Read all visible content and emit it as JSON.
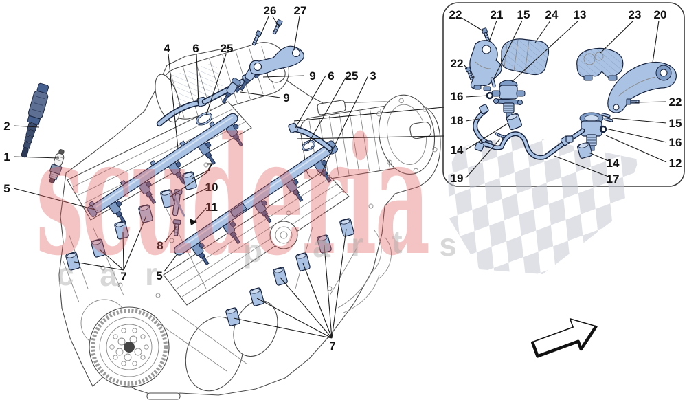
{
  "figure_type": "exploded-parts-diagram",
  "subject": "engine injection and ignition system",
  "watermark": {
    "brand": "scuderia",
    "letters": [
      "c",
      "a",
      "r",
      "p",
      "a",
      "r",
      "t",
      "s"
    ]
  },
  "colors": {
    "background": "#ffffff",
    "part_fill": "#aac3e4",
    "part_mid": "#7e9cc6",
    "part_dark": "#46608f",
    "part_outline": "#16233f",
    "line_art": "#4a4a4a",
    "callout_text": "#111111",
    "watermark_red": "#e05555",
    "watermark_gray": "#a9a9a9",
    "checker_gray": "#c5c9d4",
    "inset_border": "#3a3a3a"
  },
  "icons": {
    "direction_arrow": "3d-outline-arrow-up-right",
    "checkered_flag": "checkered-flag-watermark"
  },
  "callouts": {
    "main": [
      {
        "n": "2"
      },
      {
        "n": "1"
      },
      {
        "n": "5"
      },
      {
        "n": "4"
      },
      {
        "n": "6"
      },
      {
        "n": "25"
      },
      {
        "n": "26"
      },
      {
        "n": "27"
      },
      {
        "n": "9"
      },
      {
        "n": "6"
      },
      {
        "n": "25"
      },
      {
        "n": "3"
      },
      {
        "n": "9"
      },
      {
        "n": "7"
      },
      {
        "n": "10"
      },
      {
        "n": "11"
      },
      {
        "n": "8"
      },
      {
        "n": "5"
      },
      {
        "n": "7"
      },
      {
        "n": "7"
      }
    ],
    "inset": [
      {
        "n": "22"
      },
      {
        "n": "21"
      },
      {
        "n": "15"
      },
      {
        "n": "24"
      },
      {
        "n": "13"
      },
      {
        "n": "23"
      },
      {
        "n": "20"
      },
      {
        "n": "22"
      },
      {
        "n": "16"
      },
      {
        "n": "18"
      },
      {
        "n": "14"
      },
      {
        "n": "19"
      },
      {
        "n": "22"
      },
      {
        "n": "15"
      },
      {
        "n": "16"
      },
      {
        "n": "12"
      },
      {
        "n": "14"
      },
      {
        "n": "17"
      }
    ]
  }
}
